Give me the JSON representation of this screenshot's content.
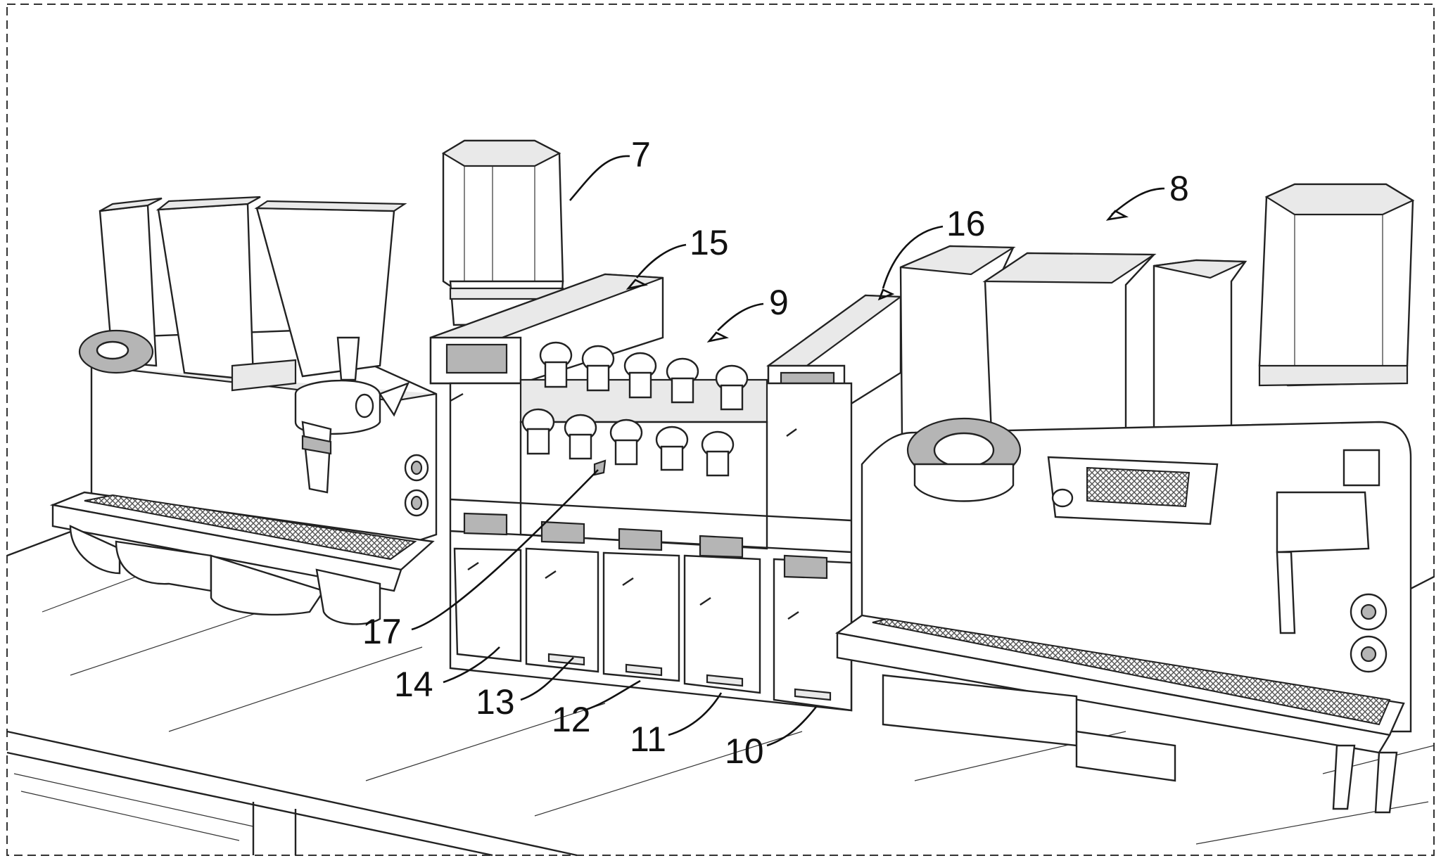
{
  "figure": {
    "reference_numerals": {
      "grinder_machine_hopper": "7",
      "right_machine": "8",
      "dispenser_unit": "9",
      "compartment_a": "10",
      "compartment_b": "11",
      "compartment_c": "12",
      "compartment_d": "13",
      "compartment_e": "14",
      "left_housing": "15",
      "right_housing": "16",
      "nozzle": "17"
    }
  }
}
